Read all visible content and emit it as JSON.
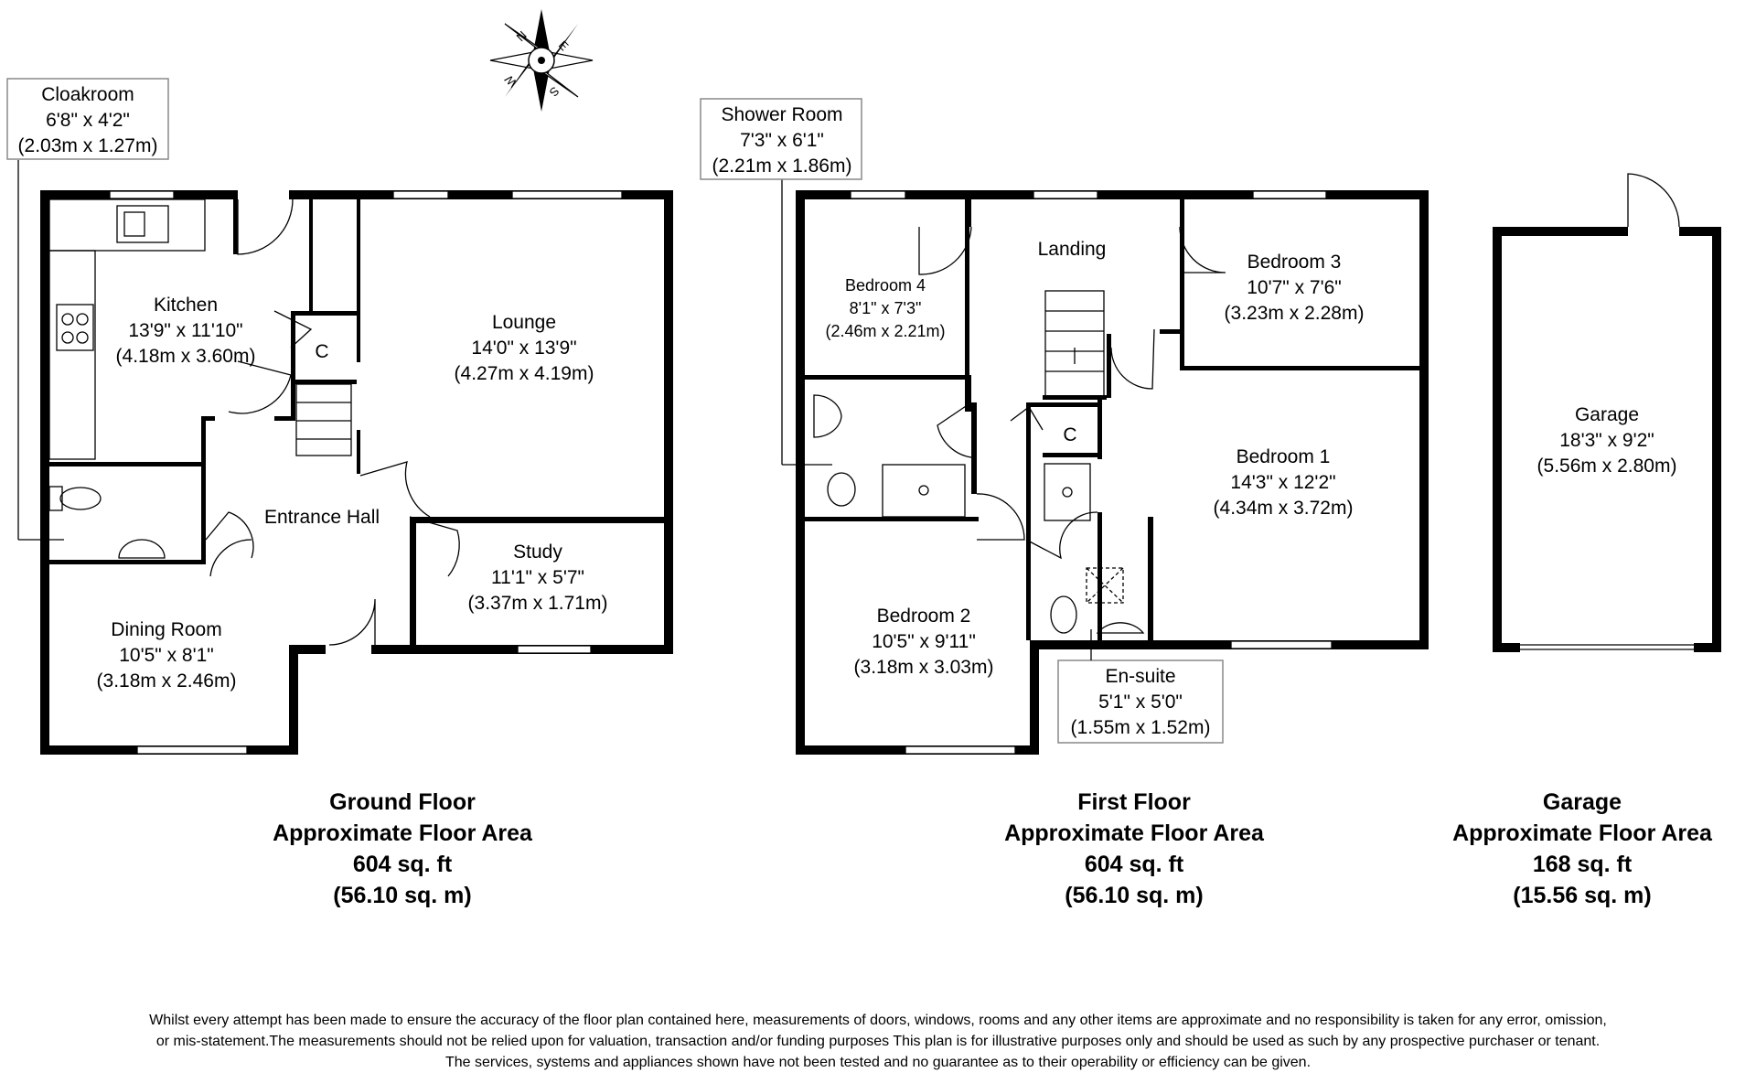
{
  "compass": {
    "letters": [
      "N",
      "E",
      "S",
      "W"
    ]
  },
  "ground_floor": {
    "rooms": {
      "cloakroom": {
        "name": "Cloakroom",
        "imperial": "6'8\" x 4'2\"",
        "metric": "(2.03m x 1.27m)"
      },
      "kitchen": {
        "name": "Kitchen",
        "imperial": "13'9\" x 11'10\"",
        "metric": "(4.18m x 3.60m)"
      },
      "cupboard": {
        "name": "C"
      },
      "lounge": {
        "name": "Lounge",
        "imperial": "14'0\" x 13'9\"",
        "metric": "(4.27m x 4.19m)"
      },
      "entrance_hall": {
        "name": "Entrance Hall"
      },
      "study": {
        "name": "Study",
        "imperial": "11'1\" x 5'7\"",
        "metric": "(3.37m x 1.71m)"
      },
      "dining_room": {
        "name": "Dining Room",
        "imperial": "10'5\" x 8'1\"",
        "metric": "(3.18m x 2.46m)"
      }
    },
    "caption": {
      "line1": "Ground Floor",
      "line2": "Approximate Floor Area",
      "line3": "604 sq. ft",
      "line4": "(56.10 sq. m)"
    }
  },
  "first_floor": {
    "rooms": {
      "shower_room": {
        "name": "Shower Room",
        "imperial": "7'3\" x 6'1\"",
        "metric": "(2.21m x 1.86m)"
      },
      "landing": {
        "name": "Landing"
      },
      "bedroom4": {
        "name": "Bedroom 4",
        "imperial": "8'1\" x 7'3\"",
        "metric": "(2.46m x 2.21m)"
      },
      "bedroom3": {
        "name": "Bedroom 3",
        "imperial": "10'7\" x 7'6\"",
        "metric": "(3.23m x 2.28m)"
      },
      "cupboard": {
        "name": "C"
      },
      "bedroom1": {
        "name": "Bedroom 1",
        "imperial": "14'3\" x 12'2\"",
        "metric": "(4.34m x 3.72m)"
      },
      "bedroom2": {
        "name": "Bedroom 2",
        "imperial": "10'5\" x 9'11\"",
        "metric": "(3.18m x 3.03m)"
      },
      "ensuite": {
        "name": "En-suite",
        "imperial": "5'1\" x 5'0\"",
        "metric": "(1.55m x 1.52m)"
      }
    },
    "caption": {
      "line1": "First Floor",
      "line2": "Approximate Floor Area",
      "line3": "604 sq. ft",
      "line4": "(56.10 sq. m)"
    }
  },
  "garage": {
    "rooms": {
      "garage": {
        "name": "Garage",
        "imperial": "18'3\" x 9'2\"",
        "metric": "(5.56m x 2.80m)"
      }
    },
    "caption": {
      "line1": "Garage",
      "line2": "Approximate Floor Area",
      "line3": "168 sq. ft",
      "line4": "(15.56 sq. m)"
    }
  },
  "disclaimer": {
    "line1": "Whilst every attempt has been made to ensure the accuracy of the floor plan contained here, measurements of doors, windows, rooms and any other items are approximate and no responsibility is taken for any error, omission,",
    "line2": "or mis-statement.The measurements should not be relied upon for valuation, transaction and/or funding purposes This plan is for illustrative purposes only and should be used as such by any prospective purchaser or tenant.",
    "line3": "The services, systems and appliances shown have not been tested and no guarantee as to their operability or efficiency can be given."
  }
}
